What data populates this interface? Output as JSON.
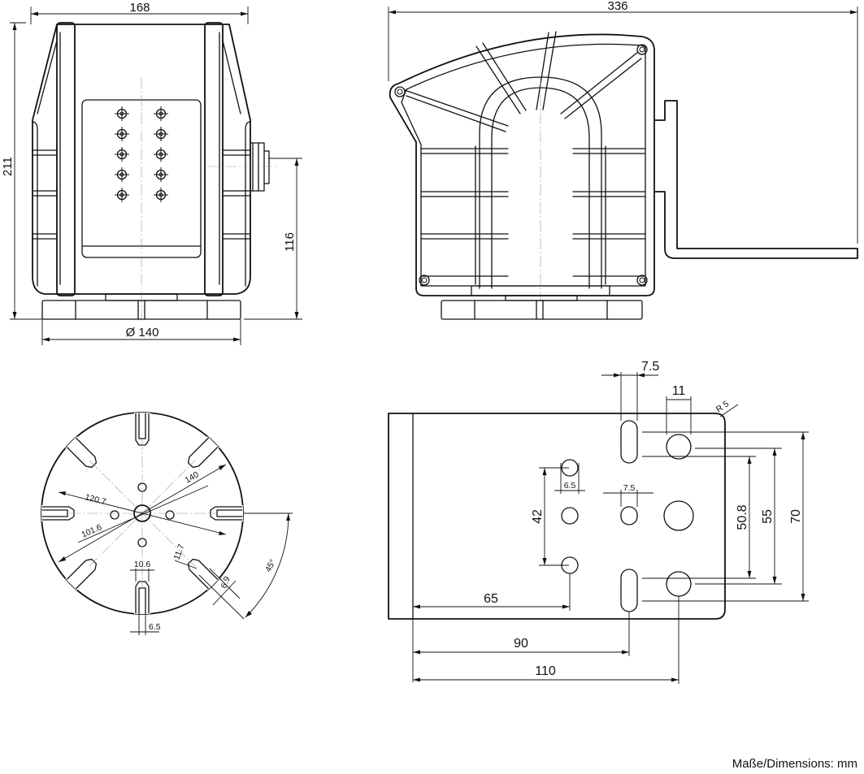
{
  "footer": {
    "units_note": "Maße/Dimensions: mm"
  },
  "front_view": {
    "width": "168",
    "height": "211",
    "base_height": "116",
    "base_diameter": "Ø 140"
  },
  "side_view": {
    "length": "336"
  },
  "base_plate_view": {
    "d_120_7": "120.7",
    "d_140": "140",
    "d_101_6": "101.6",
    "slot_width": "10.6",
    "slot_width_2": "11.7",
    "slot_width_3": "6.9",
    "slot_width_4": "6.5",
    "angle": "45°"
  },
  "bracket_view": {
    "slot_width": "7.5",
    "hole_diameter": "11",
    "corner_radius": "R 5",
    "hole_small": "6.5",
    "hole_mid": "7.5",
    "spacing_42": "42",
    "spacing_50_8": "50.8",
    "spacing_55": "55",
    "spacing_70": "70",
    "offset_65": "65",
    "offset_90": "90",
    "offset_110": "110"
  }
}
